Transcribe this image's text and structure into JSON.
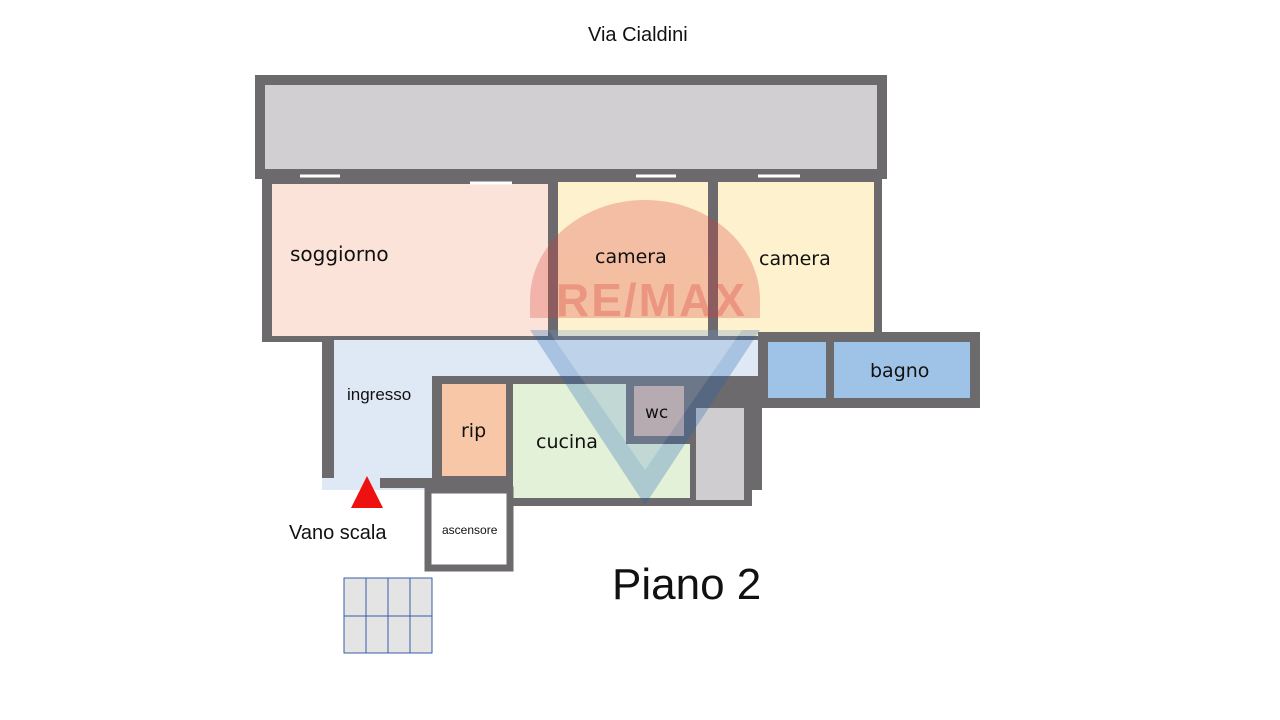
{
  "street_label": "Via Cialdini",
  "floor_label": "Piano 2",
  "watermark": {
    "text": "RE/MAX",
    "colors": {
      "red": "#dc3b36",
      "blue": "#1e63b4"
    }
  },
  "colors": {
    "wall": "#6d6a6e",
    "terrace": "#d1cfd1",
    "soggiorno": "#fbe3d9",
    "camera": "#fdf2cd",
    "ingresso": "#dfe9f5",
    "rip": "#f7c7a7",
    "cucina": "#e3f1d9",
    "wc": "#d5b3a8",
    "bagno": "#9fc3e6",
    "stair_fill": "#e4e4e4",
    "stair_line": "#3a5da8",
    "entrance_marker": "#ee1111"
  },
  "rooms": {
    "soggiorno": "soggiorno",
    "camera_1": "camera",
    "camera_2": "camera",
    "ingresso": "ingresso",
    "rip": "rip",
    "cucina": "cucina",
    "wc": "wc",
    "bagno": "bagno",
    "ascensore": "ascensore"
  },
  "stairwell_label": "Vano scala"
}
